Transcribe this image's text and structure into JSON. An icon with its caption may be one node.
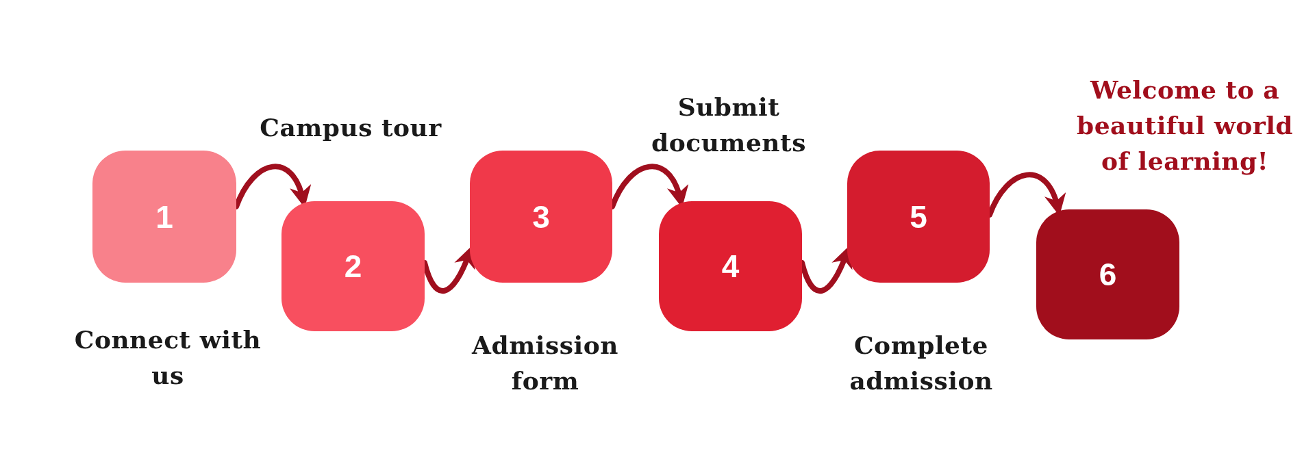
{
  "diagram": {
    "nodes": [
      {
        "text": [
          "1",
          "Connect with us"
        ]
      },
      {
        "text": [
          "Campus tour",
          "2"
        ]
      },
      {
        "text": [
          "3",
          "Admission form"
        ]
      },
      {
        "text": [
          "Submit documents",
          "4"
        ]
      },
      {
        "text": [
          "5",
          "Complete admission"
        ]
      },
      {
        "text": [
          "Welcome to a beautiful world of learning!",
          "6"
        ]
      }
    ],
    "edges": [
      {
        "from": 0,
        "to": 1,
        "arrow": "to"
      },
      {
        "from": 1,
        "to": 2,
        "arrow": "to"
      },
      {
        "from": 2,
        "to": 3,
        "arrow": "to"
      },
      {
        "from": 3,
        "to": 4,
        "arrow": "to"
      },
      {
        "from": 4,
        "to": 5,
        "arrow": "to"
      }
    ]
  }
}
